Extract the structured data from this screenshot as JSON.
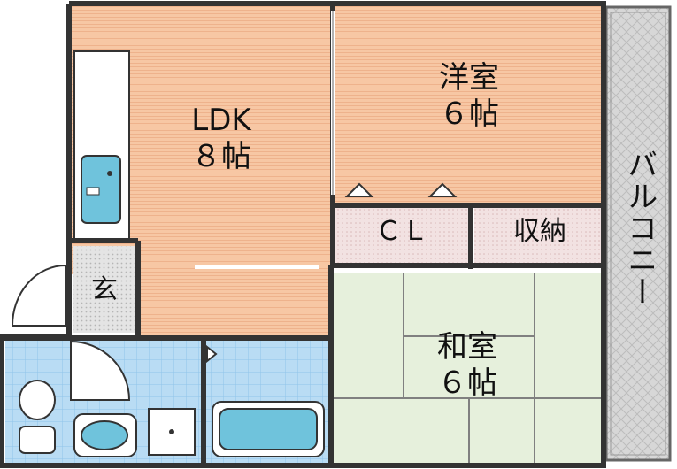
{
  "colors": {
    "wood_floor": "#f7c7a4",
    "wood_line": "#eeb28c",
    "tatami": "#e6f0dc",
    "tatami_line": "#7a7a7a",
    "closet": "#f2e2e2",
    "tile": "#b9dcf4",
    "tile_grid": "#8fc4ea",
    "fixture": "#6fc3dc",
    "balcony": "#d7d7d7",
    "wall": "#333333"
  },
  "rooms": {
    "ldk": {
      "name": "LDK",
      "size": "８帖"
    },
    "western": {
      "name": "洋室",
      "size": "６帖"
    },
    "japanese": {
      "name": "和室",
      "size": "６帖"
    },
    "closet": {
      "name": "ＣＬ"
    },
    "storage": {
      "name": "収納"
    },
    "entrance": {
      "name": "玄"
    },
    "balcony": {
      "name": "バルコニー"
    }
  }
}
